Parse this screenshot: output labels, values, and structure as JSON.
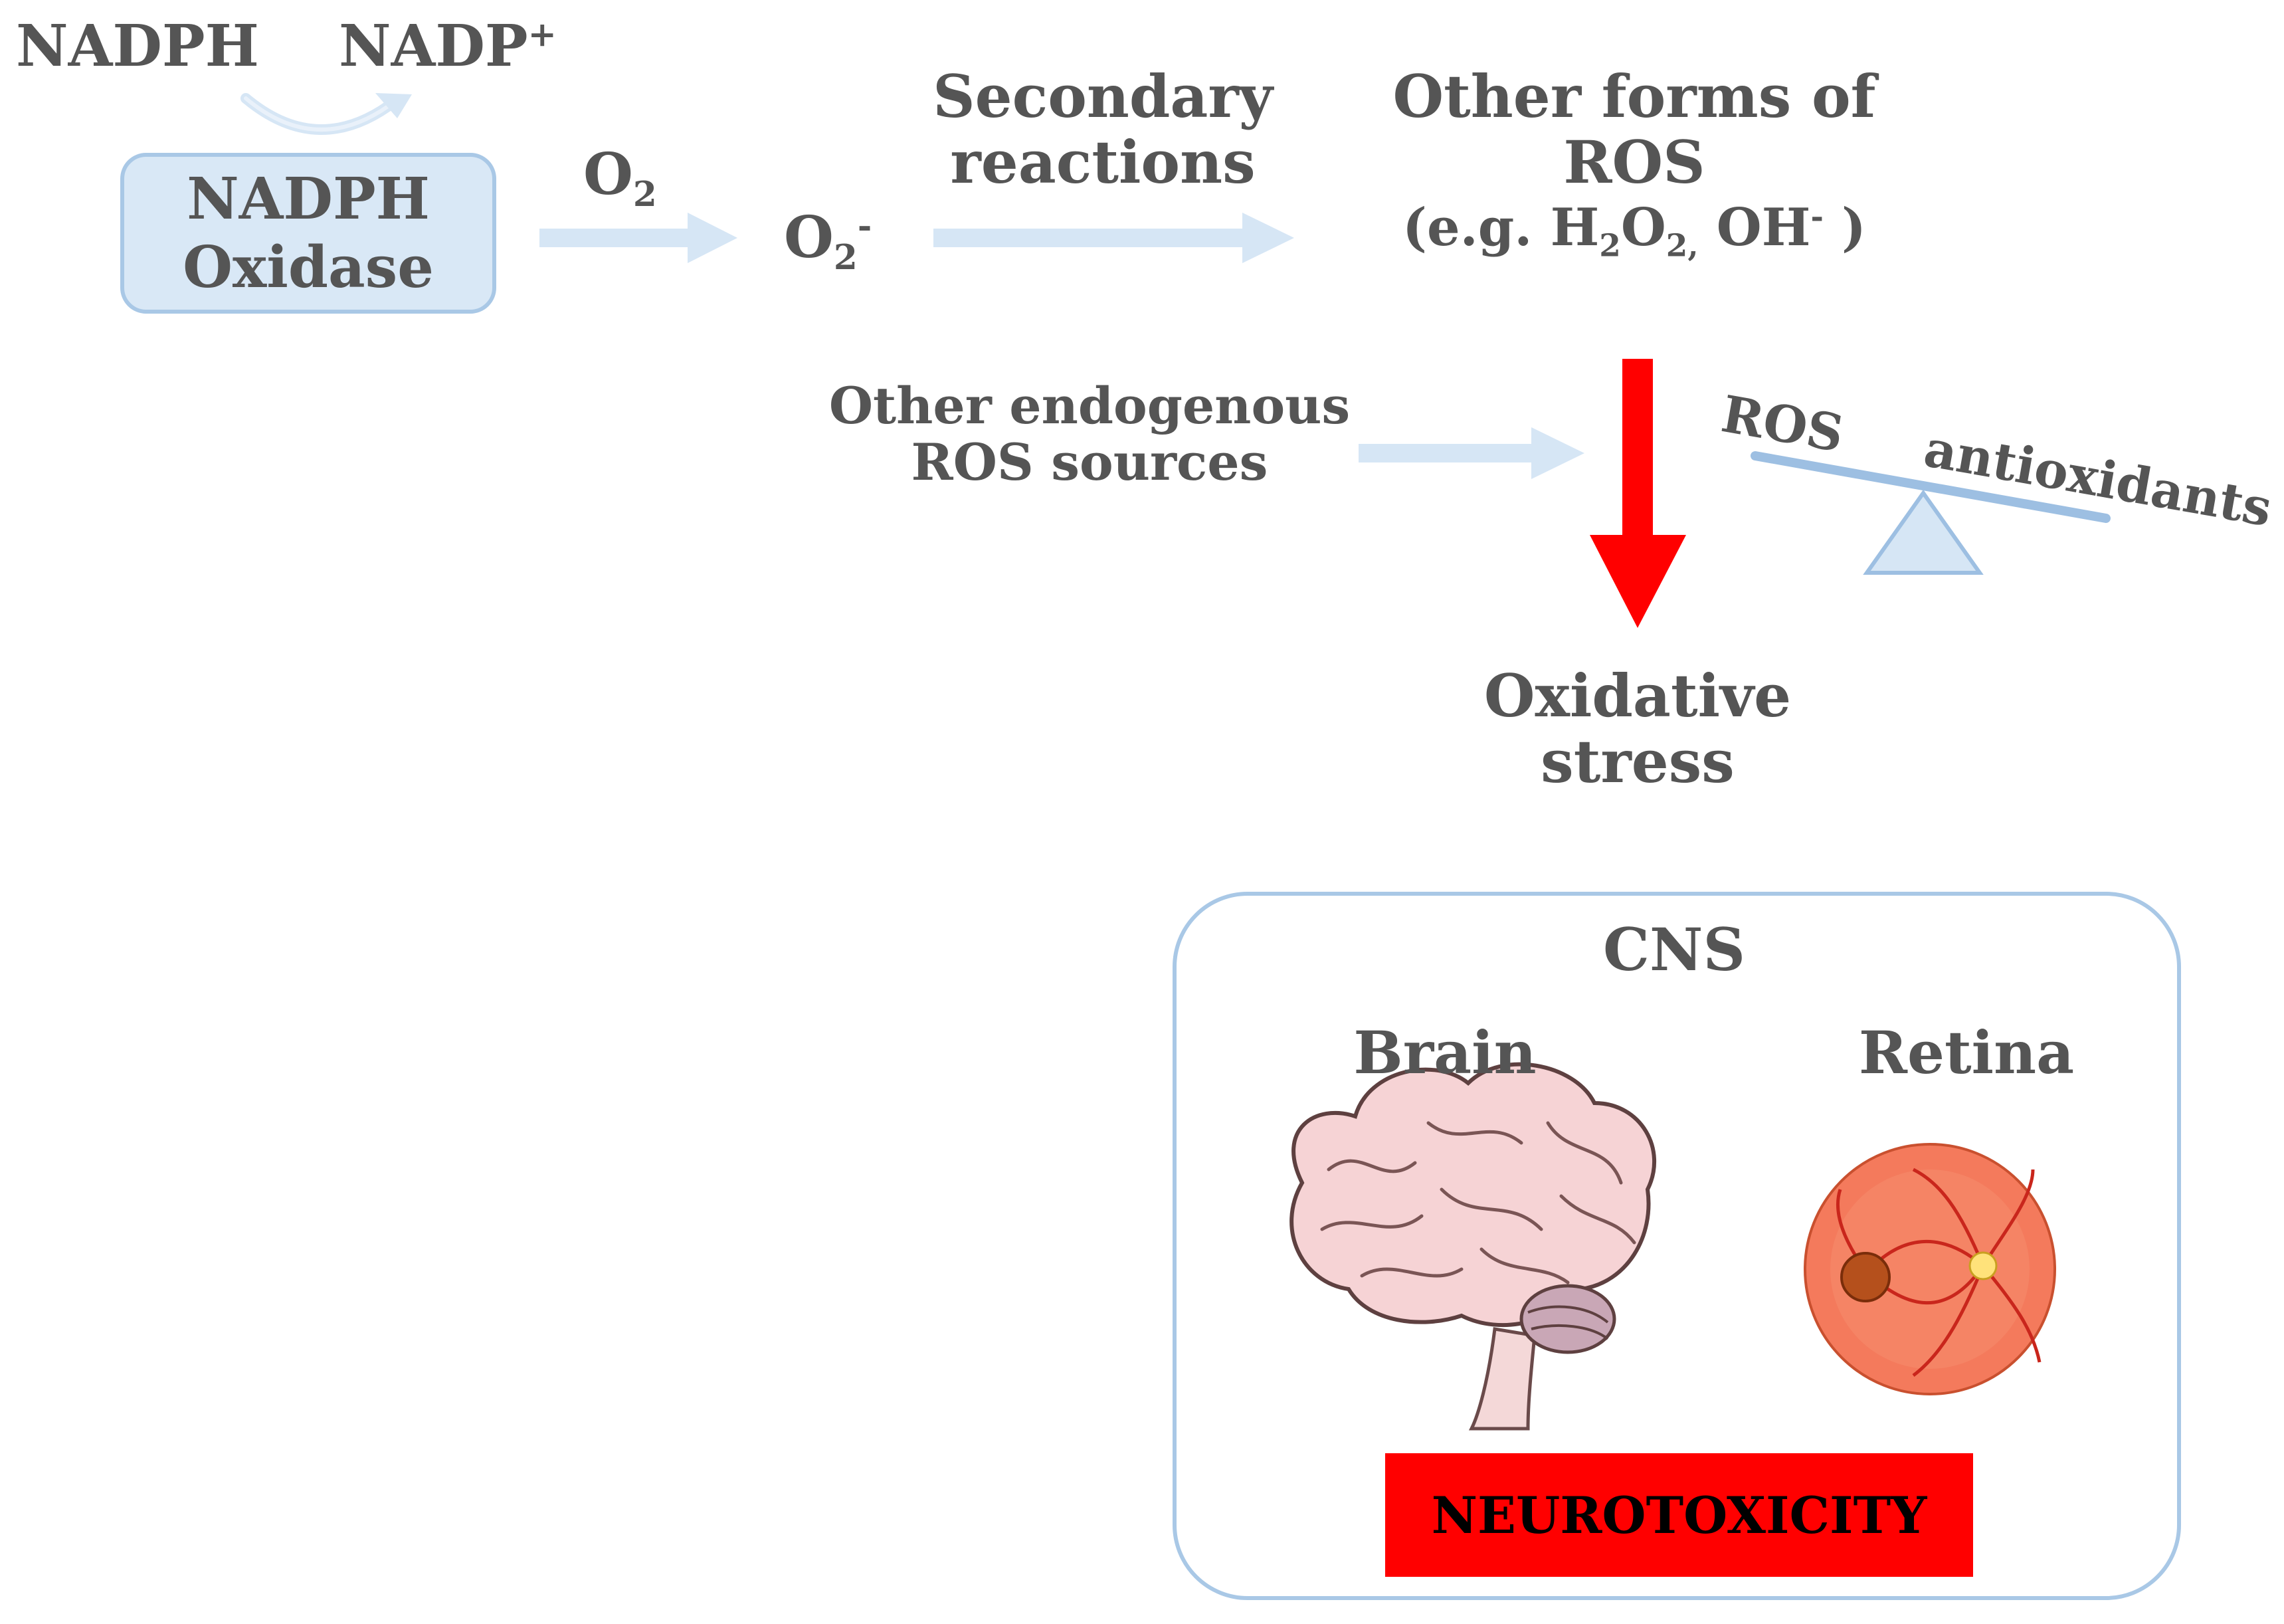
{
  "reaction": {
    "nadph": "NADPH",
    "nadp": "NADP",
    "nadp_charge": "+",
    "enzyme_line1": "NADPH",
    "enzyme_line2": "Oxidase",
    "o2": "O",
    "o2_sub": "2",
    "superoxide": "O",
    "superoxide_sub": "2",
    "superoxide_charge": "-"
  },
  "secondary": {
    "line1": "Secondary",
    "line2": "reactions"
  },
  "other_forms": {
    "line1": "Other forms of",
    "line2": "ROS",
    "eg_prefix": "(e.g. H",
    "h2_sub": "2",
    "o_part": "O",
    "o2_sub": "2,",
    "oh": " OH",
    "oh_charge": "-",
    "close": " )"
  },
  "endogenous": {
    "line1": "Other endogenous",
    "line2": "ROS sources"
  },
  "balance": {
    "left": "ROS",
    "right": "antioxidants"
  },
  "outcome": {
    "line1": "Oxidative",
    "line2": "stress"
  },
  "cns": {
    "title": "CNS",
    "brain": "Brain",
    "retina": "Retina",
    "result": "NEUROTOXICITY"
  },
  "colors": {
    "text": "#555555",
    "light_blue": "#d6e6f5",
    "box_border": "#a9c8e6",
    "box_fill": "#d9e8f6",
    "red": "#ff0000",
    "balance_fill": "#d6e6f5",
    "balance_stroke": "#9dbfe2"
  },
  "icons": [
    "curved-arrow-icon",
    "brain-icon",
    "retina-icon",
    "balance-scale-icon"
  ]
}
